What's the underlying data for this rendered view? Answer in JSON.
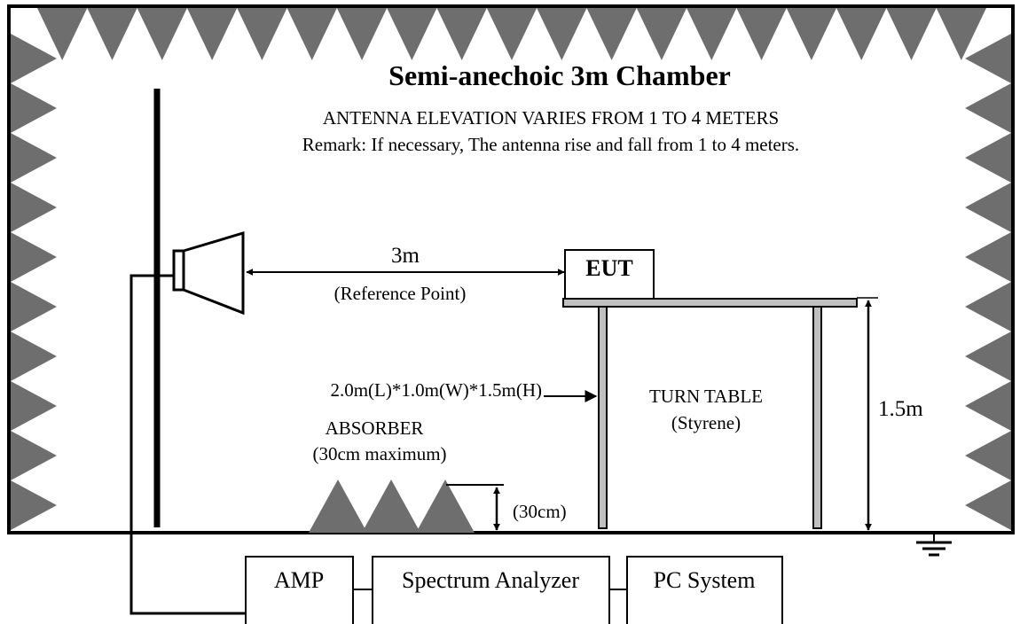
{
  "title": "Semi-anechoic 3m Chamber",
  "subtitle": "ANTENNA ELEVATION VARIES FROM 1 TO 4 METERS",
  "remark": "Remark: If necessary, The antenna rise and fall from 1 to 4 meters.",
  "distance_label": "3m",
  "reference_point": "(Reference Point)",
  "eut_label": "EUT",
  "table_dimensions": "2.0m(L)*1.0m(W)*1.5m(H)",
  "turn_table_label": "TURN TABLE",
  "turn_table_material": "(Styrene)",
  "table_height": "1.5m",
  "absorber_label": "ABSORBER",
  "absorber_note": "(30cm maximum)",
  "absorber_height": "(30cm)",
  "equipment": {
    "amp": "AMP",
    "spectrum_analyzer": "Spectrum Analyzer",
    "pc_system": "PC System"
  },
  "colors": {
    "absorber_fill": "#6e6e6e",
    "table_fill": "#c0c0c0",
    "line": "#000000"
  },
  "icons": {
    "antenna": "horn-antenna-icon",
    "ground": "ground-symbol-icon"
  }
}
